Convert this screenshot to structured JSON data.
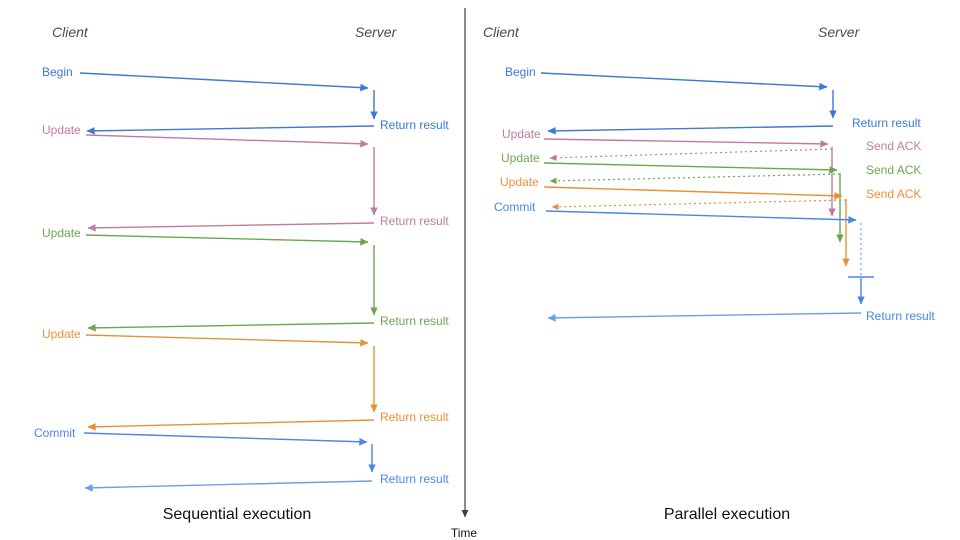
{
  "colors": {
    "blue": "#3c78d8",
    "commit_blue": "#4a86e8",
    "light_blue": "#6d9eeb",
    "pink": "#c27ba0",
    "green": "#6aa84f",
    "orange": "#e69138",
    "axis": "#3d3d3d",
    "header_gray": "#4d4d4d",
    "title_black": "#111111"
  },
  "time_axis": {
    "label": "Time"
  },
  "sequential": {
    "title": "Sequential execution",
    "client_label": "Client",
    "server_label": "Server",
    "steps": [
      {
        "request": "Begin",
        "response": "Return result"
      },
      {
        "request": "Update",
        "response": "Return result"
      },
      {
        "request": "Update",
        "response": "Return result"
      },
      {
        "request": "Update",
        "response": "Return result"
      },
      {
        "request": "Commit",
        "response": "Return result"
      }
    ]
  },
  "parallel": {
    "title": "Parallel execution",
    "client_label": "Client",
    "server_label": "Server",
    "steps": [
      {
        "request": "Begin",
        "response": "Return result"
      },
      {
        "request": "Update",
        "response": "Send ACK"
      },
      {
        "request": "Update",
        "response": "Send ACK"
      },
      {
        "request": "Update",
        "response": "Send ACK"
      },
      {
        "request": "Commit",
        "response": "Return result"
      }
    ]
  }
}
